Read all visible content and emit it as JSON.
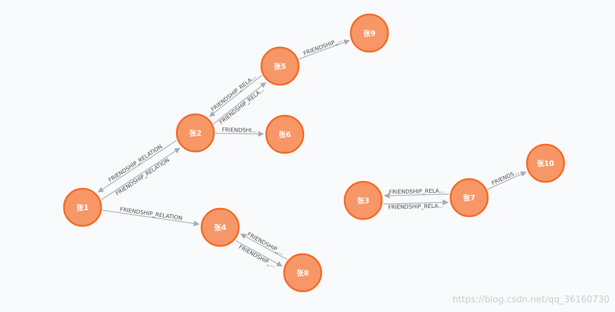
{
  "graph": {
    "nodes": [
      {
        "id": "n1",
        "label": "张1"
      },
      {
        "id": "n2",
        "label": "张2"
      },
      {
        "id": "n3",
        "label": "张3"
      },
      {
        "id": "n4",
        "label": "张4"
      },
      {
        "id": "n5",
        "label": "张5"
      },
      {
        "id": "n6",
        "label": "张6"
      },
      {
        "id": "n7",
        "label": "张7"
      },
      {
        "id": "n8",
        "label": "张8"
      },
      {
        "id": "n9",
        "label": "张9"
      },
      {
        "id": "n10",
        "label": "张10"
      }
    ],
    "edges": [
      {
        "from": "n2",
        "to": "n1",
        "label": "FRIENDSHIP_RELATION"
      },
      {
        "from": "n1",
        "to": "n2",
        "label": "FRIENDSHIP_RELATION"
      },
      {
        "from": "n1",
        "to": "n4",
        "label": "FRIENDSHIP_RELATION"
      },
      {
        "from": "n5",
        "to": "n2",
        "label": "FRIENDSHIP_RELA..."
      },
      {
        "from": "n2",
        "to": "n5",
        "label": "FRIENDSHIP_RELA..."
      },
      {
        "from": "n2",
        "to": "n6",
        "label": "FRIENDSHI..."
      },
      {
        "from": "n5",
        "to": "n9",
        "label": "FRIENDSHIP_..."
      },
      {
        "from": "n8",
        "to": "n4",
        "label": "FRIENDSHIP_..."
      },
      {
        "from": "n4",
        "to": "n8",
        "label": "FRIENDSHIP_..."
      },
      {
        "from": "n7",
        "to": "n3",
        "label": "FRIENDSHIP_RELA..."
      },
      {
        "from": "n3",
        "to": "n7",
        "label": "FRIENDSHIP_RELA..."
      },
      {
        "from": "n7",
        "to": "n10",
        "label": "FRIENDS..."
      }
    ]
  },
  "watermark": "https://blog.csdn.net/qq_36160730"
}
